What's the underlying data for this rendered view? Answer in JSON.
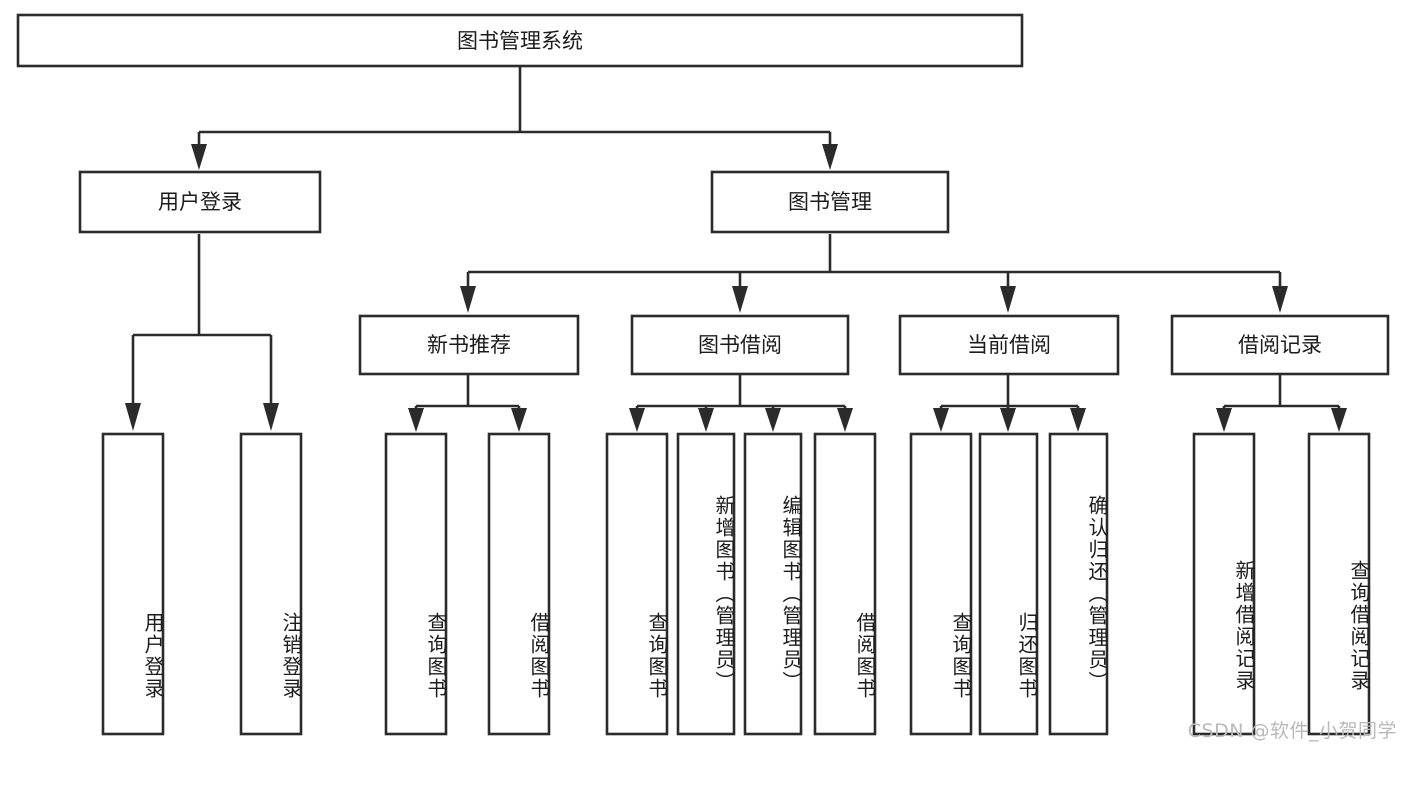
{
  "diagram": {
    "type": "tree",
    "title": "图书管理系统",
    "root": {
      "id": "root",
      "label": "图书管理系统",
      "orientation": "horizontal"
    },
    "level1": [
      {
        "id": "user-login",
        "label": "用户登录",
        "orientation": "horizontal"
      },
      {
        "id": "book-manage",
        "label": "图书管理",
        "orientation": "horizontal"
      }
    ],
    "level2": [
      {
        "id": "new-book-recommend",
        "label": "新书推荐",
        "parent": "book-manage",
        "orientation": "horizontal"
      },
      {
        "id": "book-borrow",
        "label": "图书借阅",
        "parent": "book-manage",
        "orientation": "horizontal"
      },
      {
        "id": "current-borrow",
        "label": "当前借阅",
        "parent": "book-manage",
        "orientation": "horizontal"
      },
      {
        "id": "borrow-record",
        "label": "借阅记录",
        "parent": "book-manage",
        "orientation": "horizontal"
      }
    ],
    "leaves": [
      {
        "id": "leaf-user-login",
        "label": "用户登录",
        "parent": "user-login",
        "orientation": "vertical"
      },
      {
        "id": "leaf-logout",
        "label": "注销登录",
        "parent": "user-login",
        "orientation": "vertical"
      },
      {
        "id": "leaf-query-book-1",
        "label": "查询图书",
        "parent": "new-book-recommend",
        "orientation": "vertical"
      },
      {
        "id": "leaf-borrow-book-1",
        "label": "借阅图书",
        "parent": "new-book-recommend",
        "orientation": "vertical"
      },
      {
        "id": "leaf-query-book-2",
        "label": "查询图书",
        "parent": "book-borrow",
        "orientation": "vertical"
      },
      {
        "id": "leaf-add-book",
        "label": "新增图书（管理员）",
        "parent": "book-borrow",
        "orientation": "vertical"
      },
      {
        "id": "leaf-edit-book",
        "label": "编辑图书（管理员）",
        "parent": "book-borrow",
        "orientation": "vertical"
      },
      {
        "id": "leaf-borrow-book-2",
        "label": "借阅图书",
        "parent": "book-borrow",
        "orientation": "vertical"
      },
      {
        "id": "leaf-query-book-3",
        "label": "查询图书",
        "parent": "current-borrow",
        "orientation": "vertical"
      },
      {
        "id": "leaf-return-book",
        "label": "归还图书",
        "parent": "current-borrow",
        "orientation": "vertical"
      },
      {
        "id": "leaf-confirm-return",
        "label": "确认归还（管理员）",
        "parent": "current-borrow",
        "orientation": "vertical"
      },
      {
        "id": "leaf-add-record",
        "label": "新增借阅记录",
        "parent": "borrow-record",
        "orientation": "vertical"
      },
      {
        "id": "leaf-query-record",
        "label": "查询借阅记录",
        "parent": "borrow-record",
        "orientation": "vertical"
      }
    ],
    "colors": {
      "stroke": "#2b2b2b",
      "fill": "#ffffff",
      "text": "#1c1c1c",
      "watermark": "#b9b9b9",
      "background": "#ffffff"
    }
  },
  "watermark": {
    "text": "CSDN @软件_小贺同学"
  }
}
